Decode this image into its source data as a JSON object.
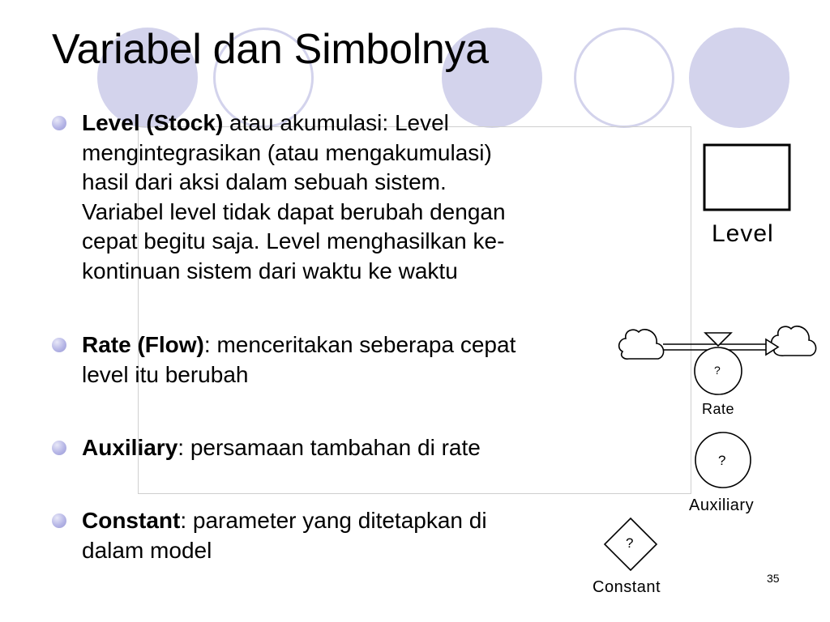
{
  "slide": {
    "title": "Variabel dan Simbolnya",
    "page_number": "35"
  },
  "bullets": [
    {
      "term": "Level (Stock)",
      "lines": [
        " atau akumulasi: Level",
        "mengintegrasikan (atau mengakumulasi)",
        "hasil dari aksi dalam sebuah sistem.",
        "Variabel level tidak dapat berubah dengan",
        "cepat begitu saja. Level menghasilkan ke-",
        "kontinuan sistem dari waktu ke waktu"
      ]
    },
    {
      "term": "Rate (Flow)",
      "lines": [
        ": menceritakan seberapa cepat",
        "level itu berubah"
      ]
    },
    {
      "term": "Auxiliary",
      "lines": [
        ": persamaan tambahan di rate"
      ]
    },
    {
      "term": "Constant",
      "lines": [
        ": parameter yang ditetapkan di",
        "dalam model"
      ]
    }
  ],
  "symbols": {
    "level_label": "Level",
    "rate_label": "Rate",
    "rate_mark": "?",
    "auxiliary_label": "Auxiliary",
    "auxiliary_mark": "?",
    "constant_label": "Constant",
    "constant_mark": "?"
  },
  "colors": {
    "decor_circle": "#d3d3ec",
    "bullet": "#b6b6e6"
  }
}
